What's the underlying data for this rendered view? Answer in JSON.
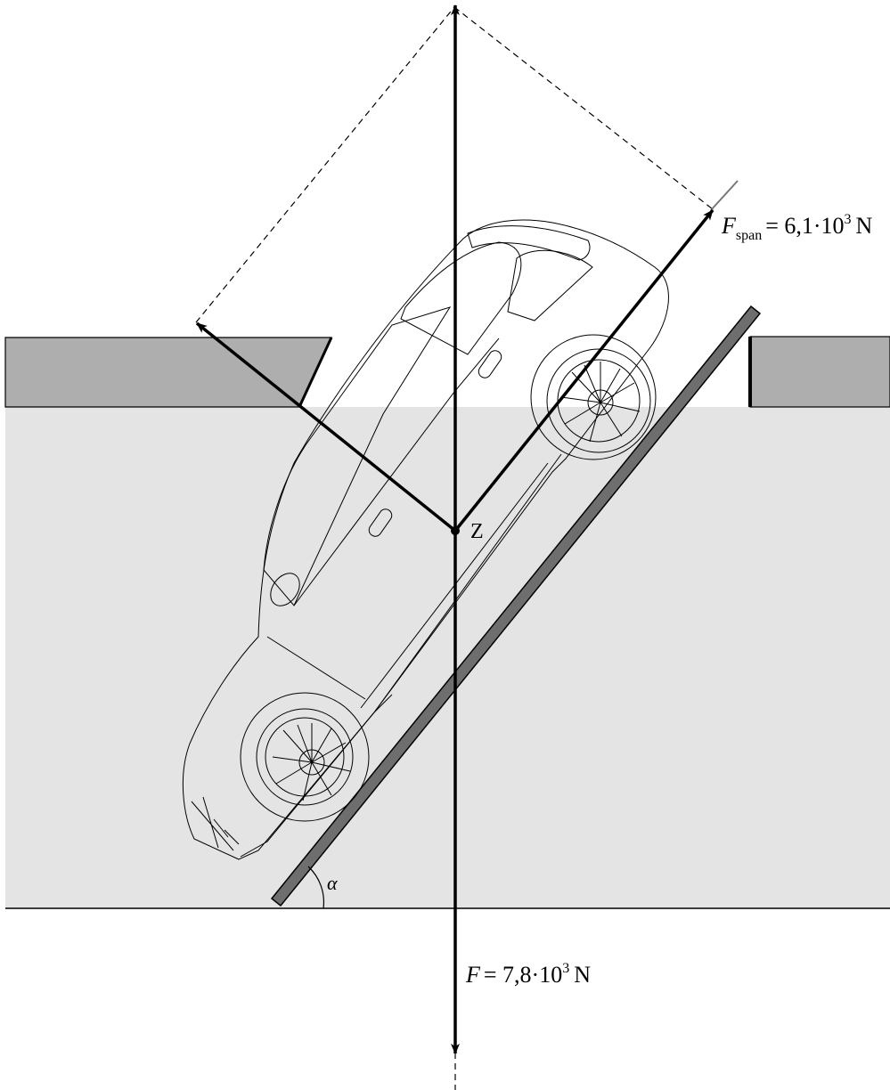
{
  "labels": {
    "f_span_symbol": "F",
    "f_span_subscript": "span",
    "f_span_eq": "= 6,1·10",
    "f_span_exp": "3",
    "f_span_unit": "N",
    "f_symbol": "F",
    "f_eq": "= 7,8·10",
    "f_exp": "3",
    "f_unit": "N",
    "center_point": "Z",
    "angle": "α"
  },
  "colors": {
    "ground": "#e4e4e4",
    "wall": "#aeaeae",
    "ramp": "#6e6e6e",
    "line": "#000000"
  }
}
